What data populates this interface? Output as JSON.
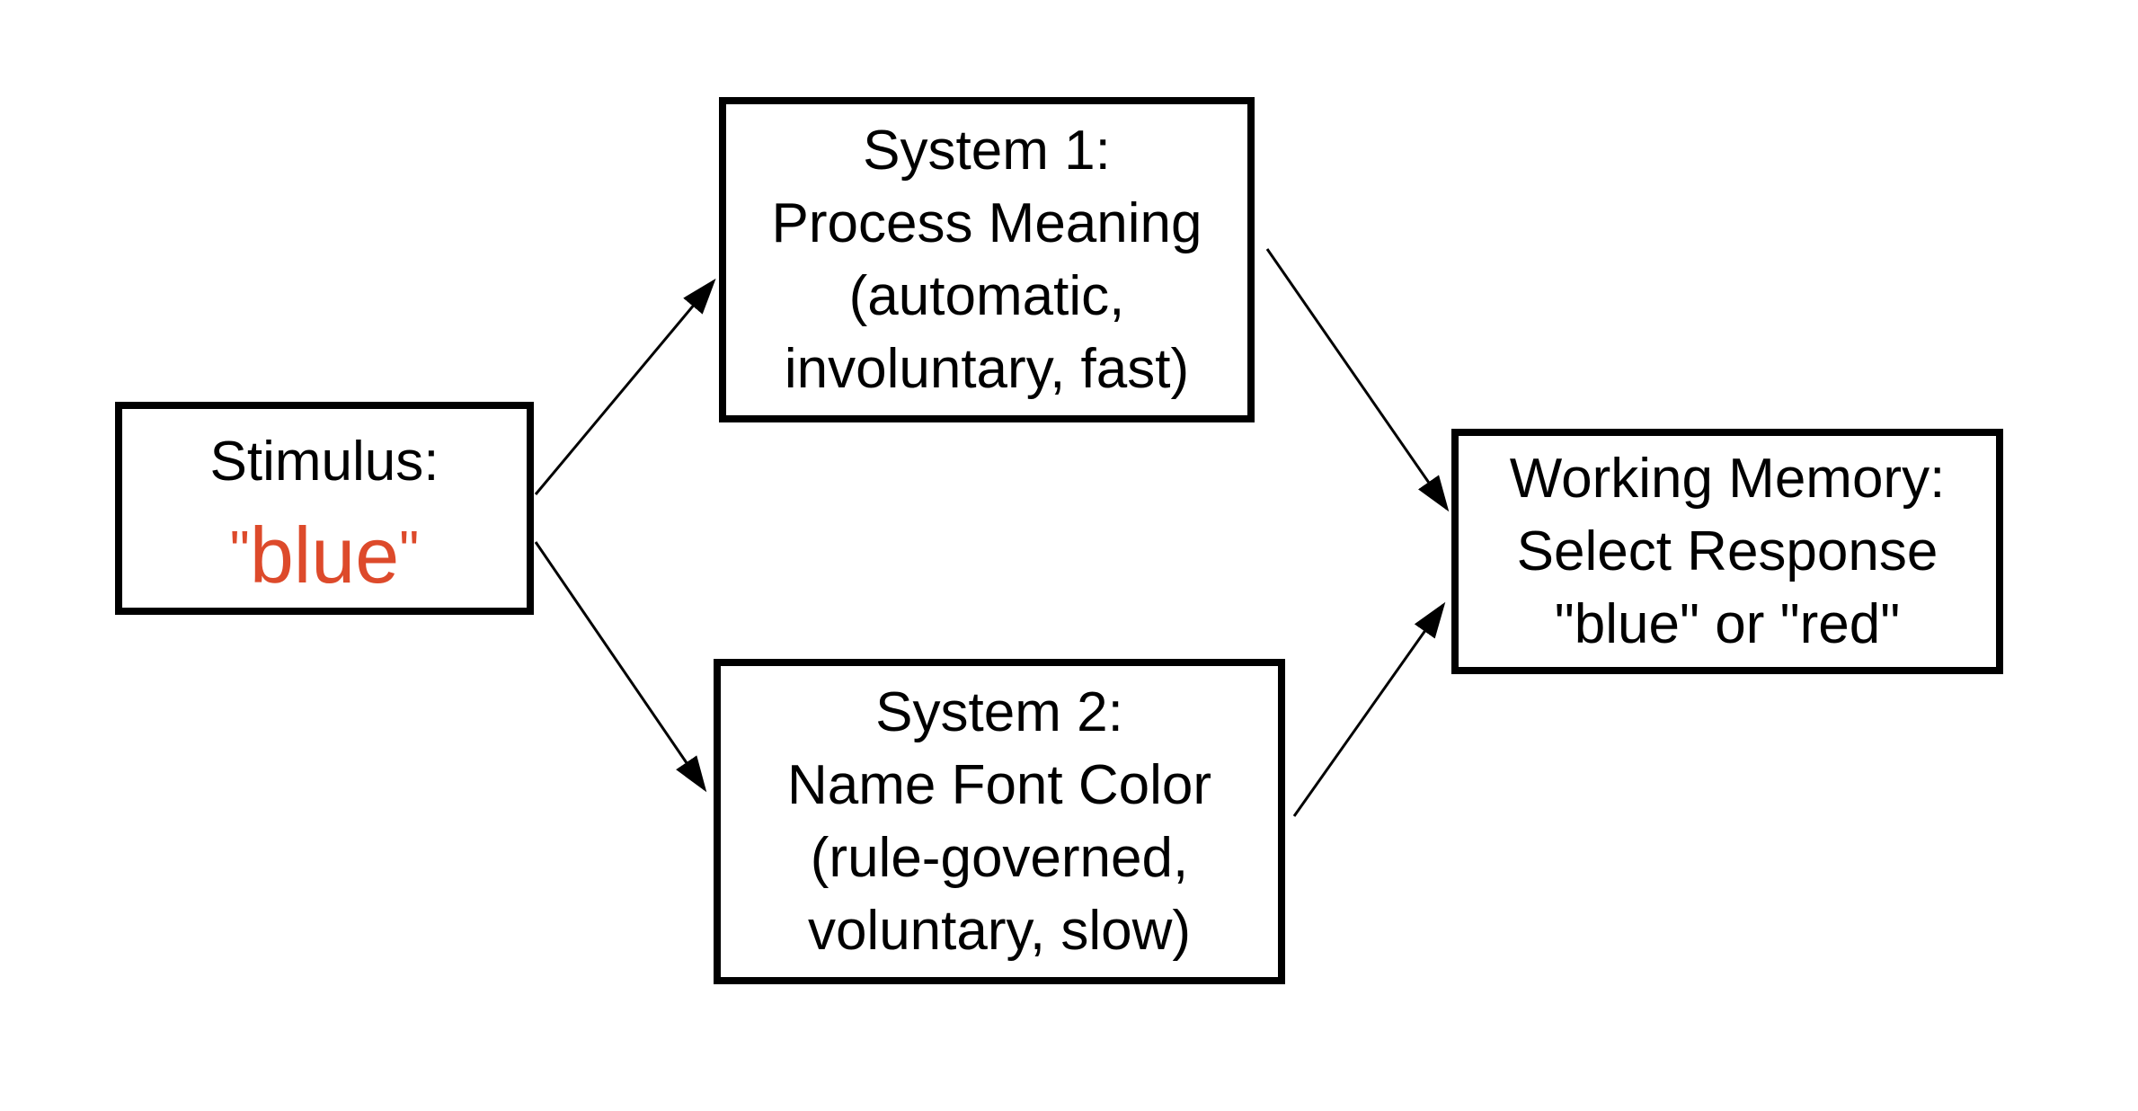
{
  "stimulus": {
    "label": "Stimulus:",
    "open_quote": "\"",
    "word": "blue",
    "close_quote": "\"",
    "word_color": "#dd4a2b"
  },
  "system1": {
    "lines": [
      "System 1:",
      "Process Meaning",
      "(automatic,",
      "involuntary, fast)"
    ]
  },
  "system2": {
    "lines": [
      "System 2:",
      "Name Font Color",
      "(rule-governed,",
      "voluntary, slow)"
    ]
  },
  "working_memory": {
    "lines": [
      "Working Memory:",
      "Select Response",
      "\"blue\" or \"red\""
    ]
  },
  "edges": [
    {
      "from": "stimulus",
      "to": "system1"
    },
    {
      "from": "stimulus",
      "to": "system2"
    },
    {
      "from": "system1",
      "to": "working_memory"
    },
    {
      "from": "system2",
      "to": "working_memory"
    }
  ]
}
